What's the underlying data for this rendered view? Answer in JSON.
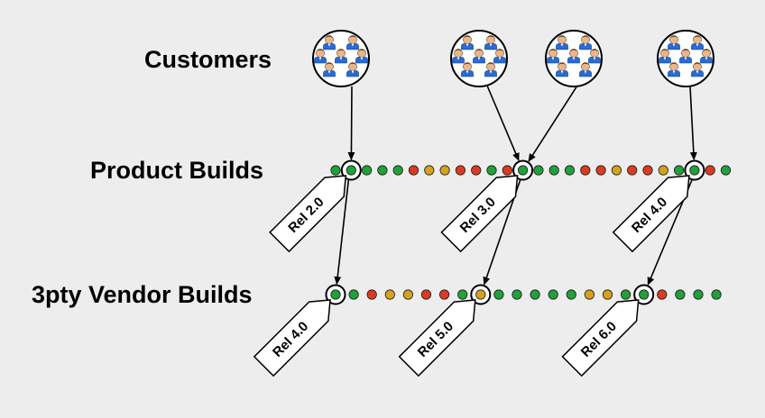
{
  "rows": {
    "customers": "Customers",
    "product": "Product Builds",
    "vendor": "3pty Vendor Builds"
  },
  "colors": {
    "green": "#22a03a",
    "orange": "#d6a21e",
    "red": "#dc3a22",
    "background": "#ededed"
  },
  "icons": {
    "customer_group": "people-group-icon",
    "person": "person-icon"
  },
  "customer_groups": 4,
  "product_builds": [
    "green",
    "green",
    "green",
    "green",
    "green",
    "red",
    "orange",
    "orange",
    "red",
    "red",
    "green",
    "red",
    "green",
    "green",
    "green",
    "green",
    "red",
    "red",
    "orange",
    "red",
    "red",
    "orange",
    "green",
    "green",
    "red",
    "green"
  ],
  "vendor_builds": [
    "green",
    "green",
    "red",
    "orange",
    "orange",
    "red",
    "red",
    "green",
    "orange",
    "green",
    "green",
    "green",
    "green",
    "green",
    "orange",
    "orange",
    "green",
    "green",
    "red",
    "green",
    "green",
    "green"
  ],
  "product_releases": [
    {
      "tag": "Rel 2.0"
    },
    {
      "tag": "Rel 3.0"
    },
    {
      "tag": "Rel 4.0"
    }
  ],
  "vendor_releases": [
    {
      "tag": "Rel 4.0"
    },
    {
      "tag": "Rel 5.0"
    },
    {
      "tag": "Rel 6.0"
    }
  ]
}
